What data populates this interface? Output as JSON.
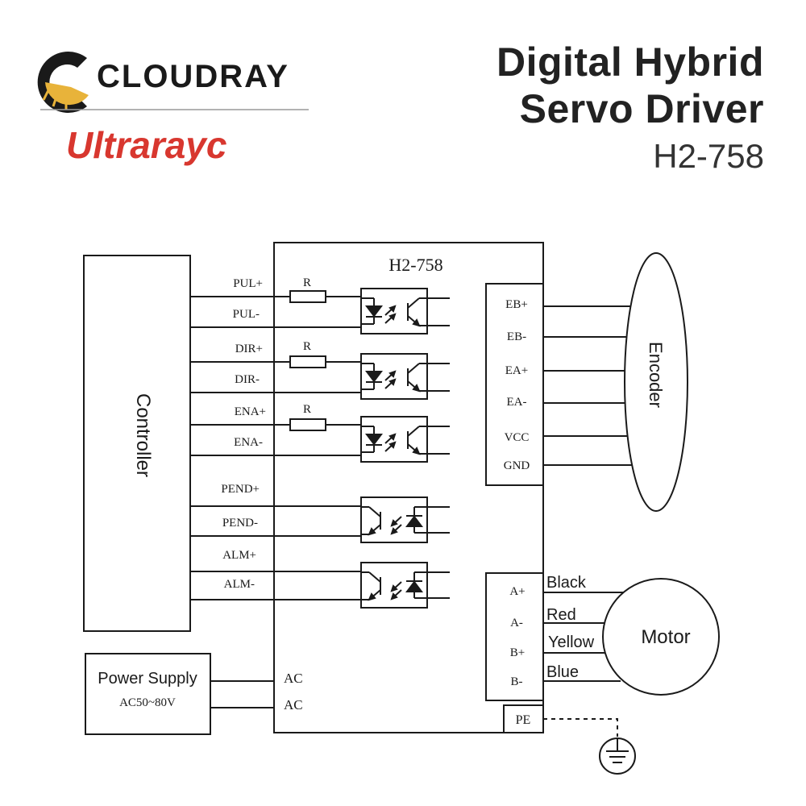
{
  "brand": {
    "cloudray": "CLOUDRAY",
    "ultrarayc": "Ultrarayc"
  },
  "header": {
    "line1": "Digital Hybrid",
    "line2": "Servo Driver",
    "model": "H2-758"
  },
  "diagram": {
    "driver_label": "H2-758",
    "controller_label": "Controller",
    "encoder_label": "Encoder",
    "motor_label": "Motor",
    "resistor_label": "R",
    "power_supply": {
      "title": "Power Supply",
      "rating": "AC50~80V"
    },
    "ac_terminals": [
      "AC",
      "AC"
    ],
    "pe_label": "PE",
    "controller_signals": [
      "PUL+",
      "PUL-",
      "DIR+",
      "DIR-",
      "ENA+",
      "ENA-",
      "PEND+",
      "PEND-",
      "ALM+",
      "ALM-"
    ],
    "encoder_pins": [
      "EB+",
      "EB-",
      "EA+",
      "EA-",
      "VCC",
      "GND"
    ],
    "motor_pins": [
      "A+",
      "A-",
      "B+",
      "B-"
    ],
    "wire_colors": [
      "Black",
      "Red",
      "Yellow",
      "Blue"
    ]
  },
  "colors": {
    "brand_red": "#d8372f",
    "brand_black": "#1a1a1a",
    "brand_gold": "#e8b33a",
    "line": "#1a1a1a"
  }
}
